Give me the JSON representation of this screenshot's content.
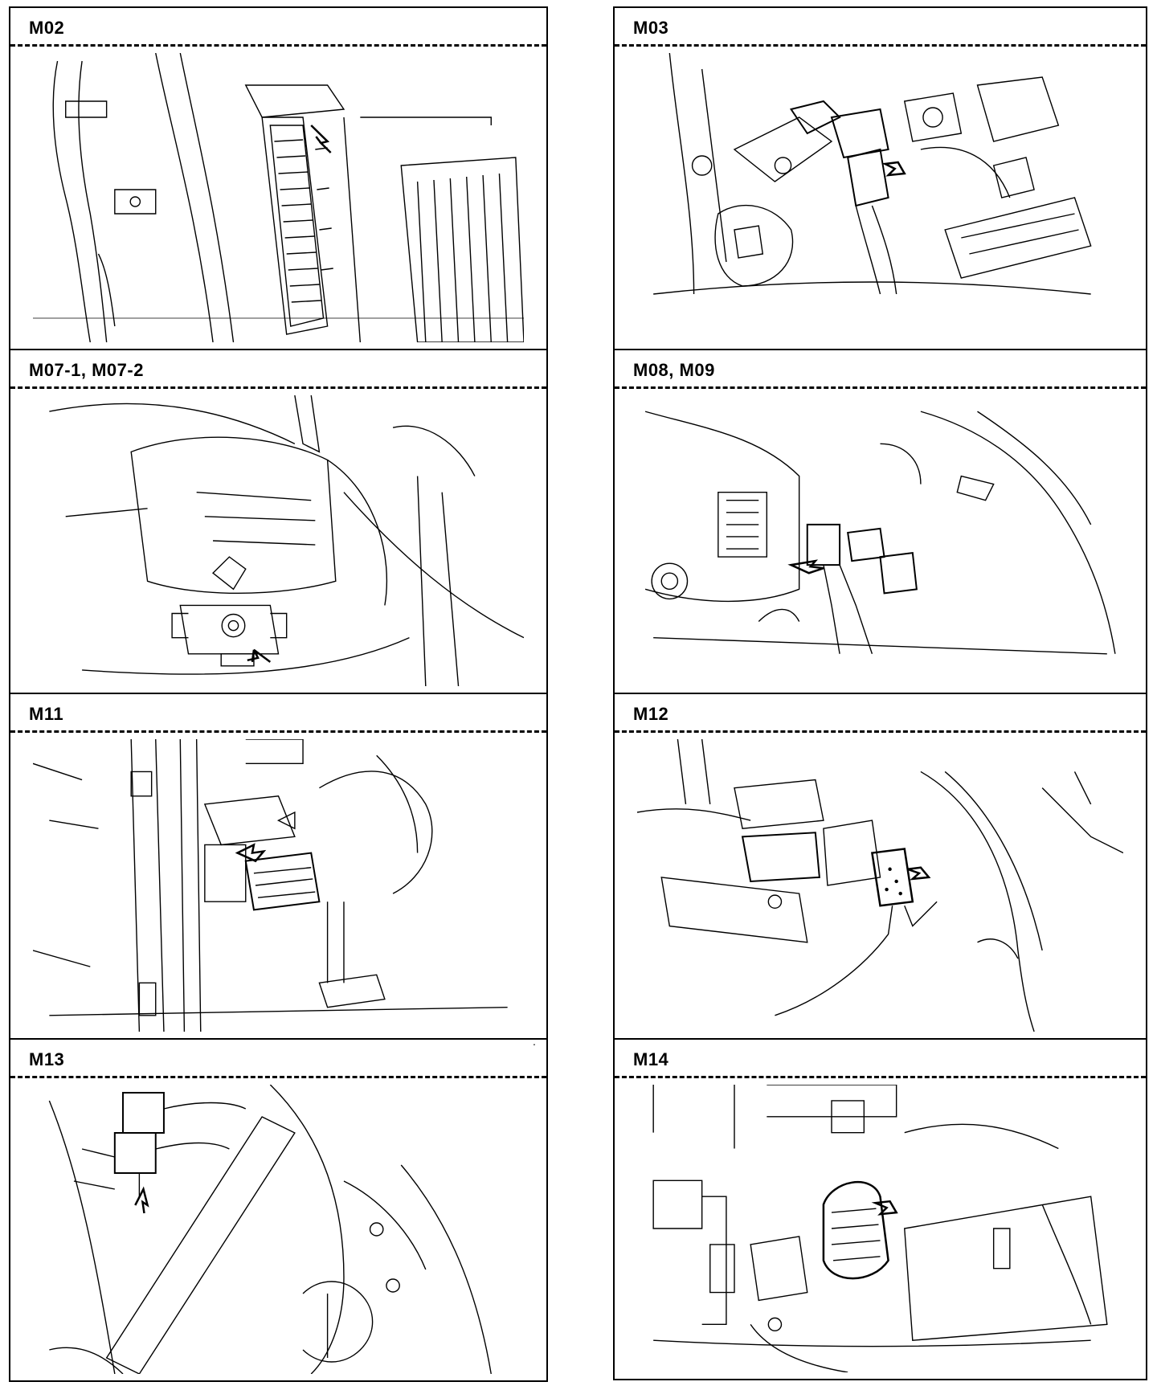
{
  "panels": {
    "m02": {
      "label": "M02"
    },
    "m03": {
      "label": "M03"
    },
    "m07": {
      "label": "M07-1, M07-2"
    },
    "m08": {
      "label": "M08, M09"
    },
    "m11": {
      "label": "M11"
    },
    "m12": {
      "label": "M12"
    },
    "m13": {
      "label": "M13"
    },
    "m14": {
      "label": "M14"
    }
  },
  "stray_marks": {
    "dot": "."
  }
}
